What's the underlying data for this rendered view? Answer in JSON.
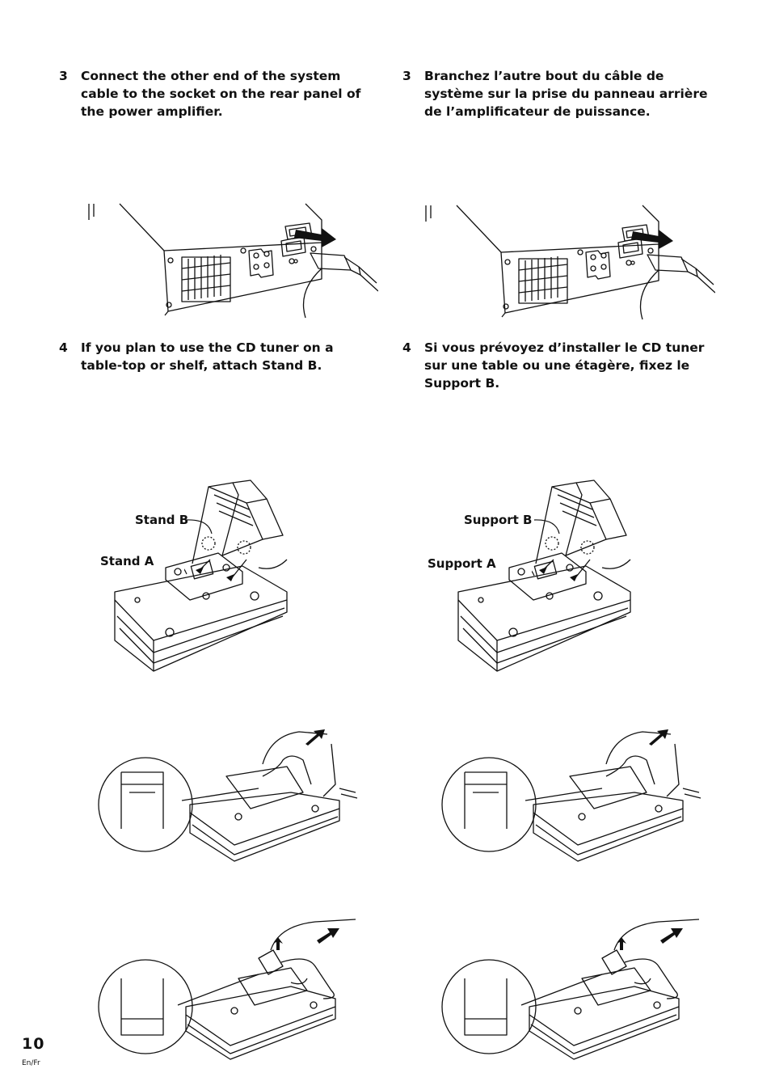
{
  "left": {
    "step3": {
      "number": "3",
      "text": "Connect the other end of the system cable to the socket on the rear panel of the power amplifier."
    },
    "step4": {
      "number": "4",
      "text": "If you plan to use the CD tuner on a table-top or shelf, attach Stand B."
    },
    "label_stand_b": "Stand B",
    "label_stand_a": "Stand A"
  },
  "right": {
    "step3": {
      "number": "3",
      "text": "Branchez l’autre bout du câble de système sur la prise du panneau arrière de l’amplificateur de puissance."
    },
    "step4": {
      "number": "4",
      "text": "Si vous prévoyez d’installer le CD tuner sur une table ou une étagère, fixez le Support B."
    },
    "label_support_b": "Support B",
    "label_support_a": "Support A"
  },
  "footer": {
    "page_number": "10",
    "language": "En/Fr"
  }
}
